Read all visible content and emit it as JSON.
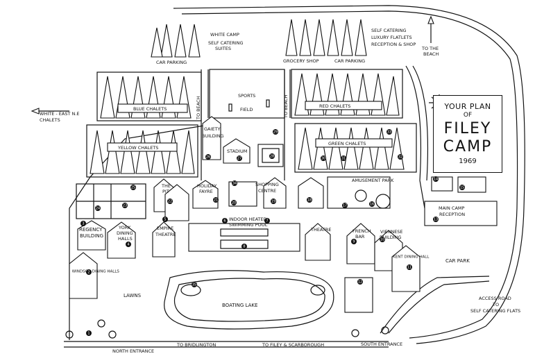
{
  "title": {
    "line1": "YOUR PLAN",
    "line2": "OF",
    "line3": "FILEY",
    "line4": "CAMP",
    "year": "1969"
  },
  "labels": {
    "white_camp": "WHITE CAMP",
    "self_catering_suites_1": "SELF CATERING",
    "self_catering_suites_2": "SUITES",
    "car_parking_left": "CAR PARKING",
    "grocery_shop": "GROCERY SHOP",
    "car_parking_right": "CAR PARKING",
    "luxury_flatlets_1": "SELF CATERING",
    "luxury_flatlets_2": "LUXURY FLATLETS",
    "luxury_flatlets_3": "RECEPTION & SHOP",
    "to_the_beach_1": "TO THE",
    "to_the_beach_2": "BEACH",
    "white_east_ne_1": "WHITE - EAST N.E",
    "white_east_ne_2": "CHALETS",
    "blue_chalets": "BLUE CHALETS",
    "sports_field_1": "SPORTS",
    "sports_field_2": "FIELD",
    "red_chalets": "RED CHALETS",
    "to_beach_left": "TO BEACH",
    "to_beach_right": "TO BEACH",
    "yellow_chalets": "YELLOW CHALETS",
    "gaiety_building_1": "GAIETY",
    "gaiety_building_2": "BUILDING",
    "stadium": "STADIUM",
    "green_chalets": "GREEN CHALETS",
    "the_pit_1": "THE",
    "the_pit_2": "PIT",
    "holiday_fayre_1": "HOLIDAY",
    "holiday_fayre_2": "FAYRE",
    "shopping_centre_1": "SHOPPING",
    "shopping_centre_2": "CENTRE",
    "amusement_park": "AMUSEMENT PARK",
    "main_camp_reception_1": "MAIN CAMP",
    "main_camp_reception_2": "RECEPTION",
    "regency_building_1": "REGENCY",
    "regency_building_2": "BUILDING",
    "york_dining_halls_1": "YORK",
    "york_dining_halls_2": "DINING",
    "york_dining_halls_3": "HALLS",
    "empire_theatre_1": "EMPIRE",
    "empire_theatre_2": "THEATRE",
    "indoor_heated_pool_1": "INDOOR HEATED",
    "indoor_heated_pool_2": "SWIMMING POOL",
    "theatre": "THEATRE",
    "french_bar_1": "FRENCH",
    "french_bar_2": "BAR",
    "viennese_building_1": "VIENNESE",
    "viennese_building_2": "BUILDING",
    "windsor_dining_halls": "WINDSOR DINING HALLS",
    "kent_dining_hall": "KENT DINING HALL",
    "car_park": "CAR PARK",
    "access_road_1": "ACCESS ROAD",
    "access_road_2": "TO",
    "access_road_3": "SELF CATERING FLATS",
    "lawns": "LAWNS",
    "boating_lake": "BOATING LAKE",
    "north_entrance": "NORTH ENTRANCE",
    "to_bridlington": "TO BRIDLINGTON",
    "to_filey_scarborough": "TO FILEY & SCARBOROUGH",
    "south_entrance": "SOUTH ENTRANCE"
  },
  "markers": [
    "1",
    "2",
    "3",
    "4",
    "5",
    "6",
    "7",
    "8",
    "9",
    "10",
    "11",
    "12",
    "13",
    "14",
    "15",
    "16",
    "17",
    "18",
    "19",
    "20",
    "21",
    "22",
    "23",
    "24",
    "25",
    "26",
    "27",
    "28",
    "29",
    "30",
    "31",
    "32",
    "33",
    "34",
    "35"
  ],
  "colors": {
    "ink": "#111111",
    "paper": "#ffffff"
  }
}
